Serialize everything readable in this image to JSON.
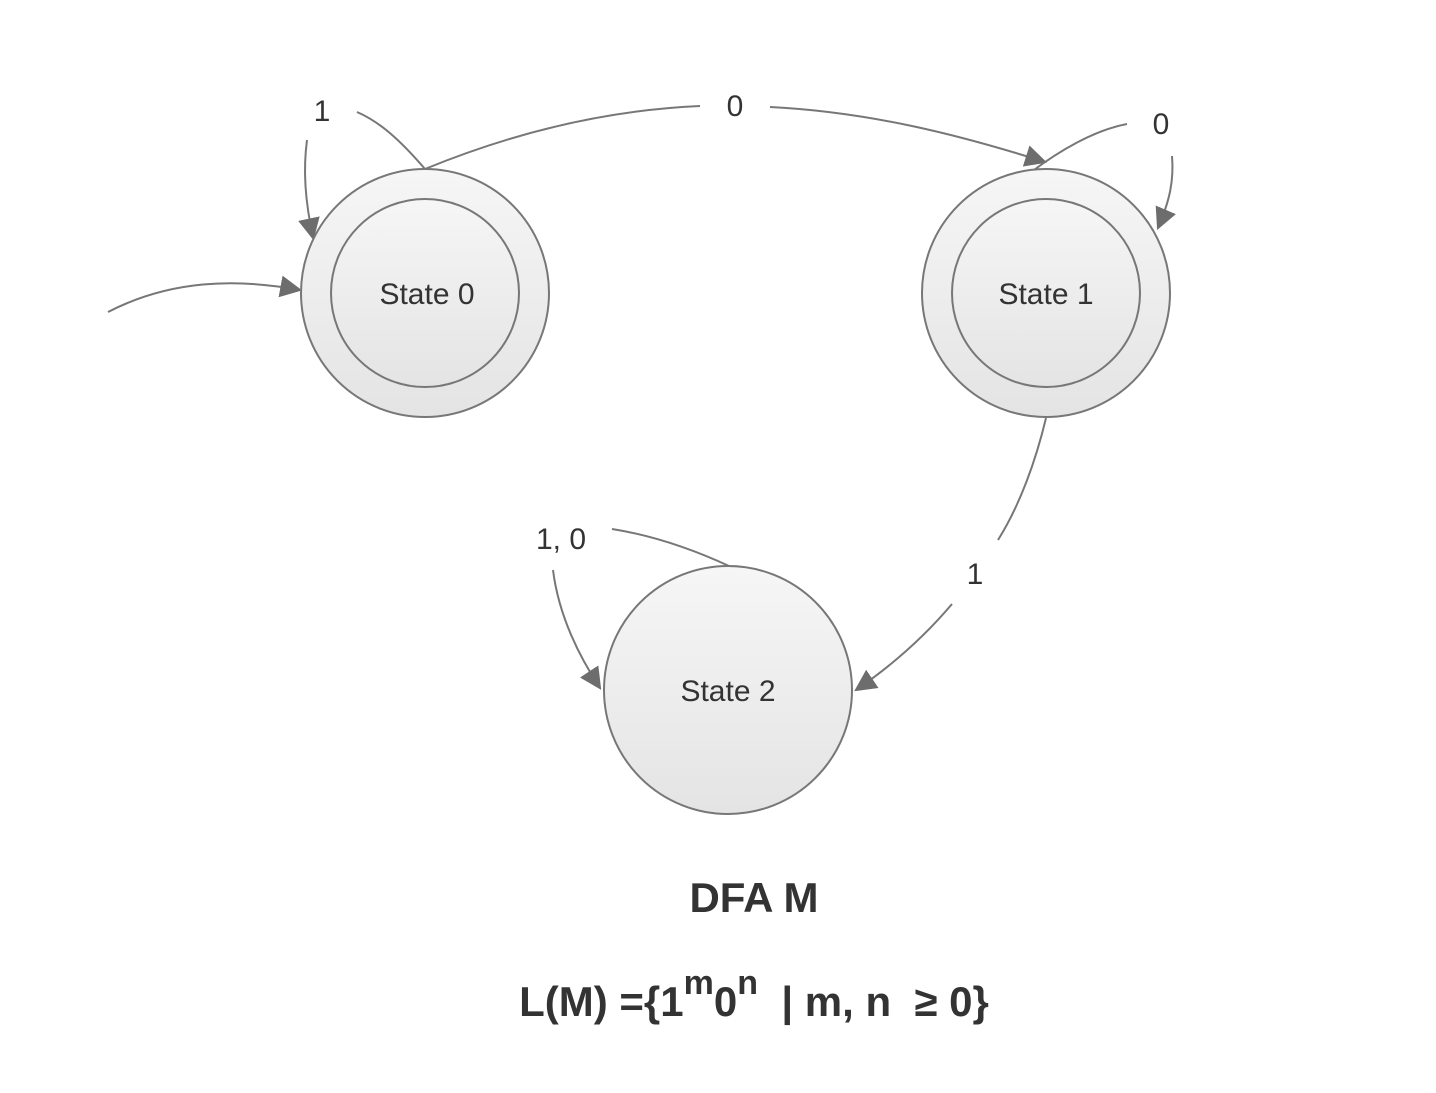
{
  "states": [
    {
      "id": "s0",
      "label": "State 0",
      "accepting": true,
      "start": true
    },
    {
      "id": "s1",
      "label": "State 1",
      "accepting": true,
      "start": false
    },
    {
      "id": "s2",
      "label": "State 2",
      "accepting": false,
      "start": false
    }
  ],
  "transitions": [
    {
      "id": "t-s0-s0",
      "from": "State 0",
      "to": "State 0",
      "label": "1"
    },
    {
      "id": "t-s0-s1",
      "from": "State 0",
      "to": "State 1",
      "label": "0"
    },
    {
      "id": "t-s1-s1",
      "from": "State 1",
      "to": "State 1",
      "label": "0"
    },
    {
      "id": "t-s1-s2",
      "from": "State 1",
      "to": "State 2",
      "label": "1"
    },
    {
      "id": "t-s2-s2",
      "from": "State 2",
      "to": "State 2",
      "label": "1, 0"
    }
  ],
  "caption": {
    "title": "DFA M",
    "language": {
      "prefix": "L(M) ={1",
      "sup_m": "m",
      "mid": "0",
      "sup_n": "n",
      "suffix": "  | m, n  ≥ 0}"
    }
  },
  "colors": {
    "stroke": "#777777",
    "text": "#333333",
    "state_fill_top": "#f6f6f6",
    "state_fill_bottom": "#e4e4e4"
  }
}
